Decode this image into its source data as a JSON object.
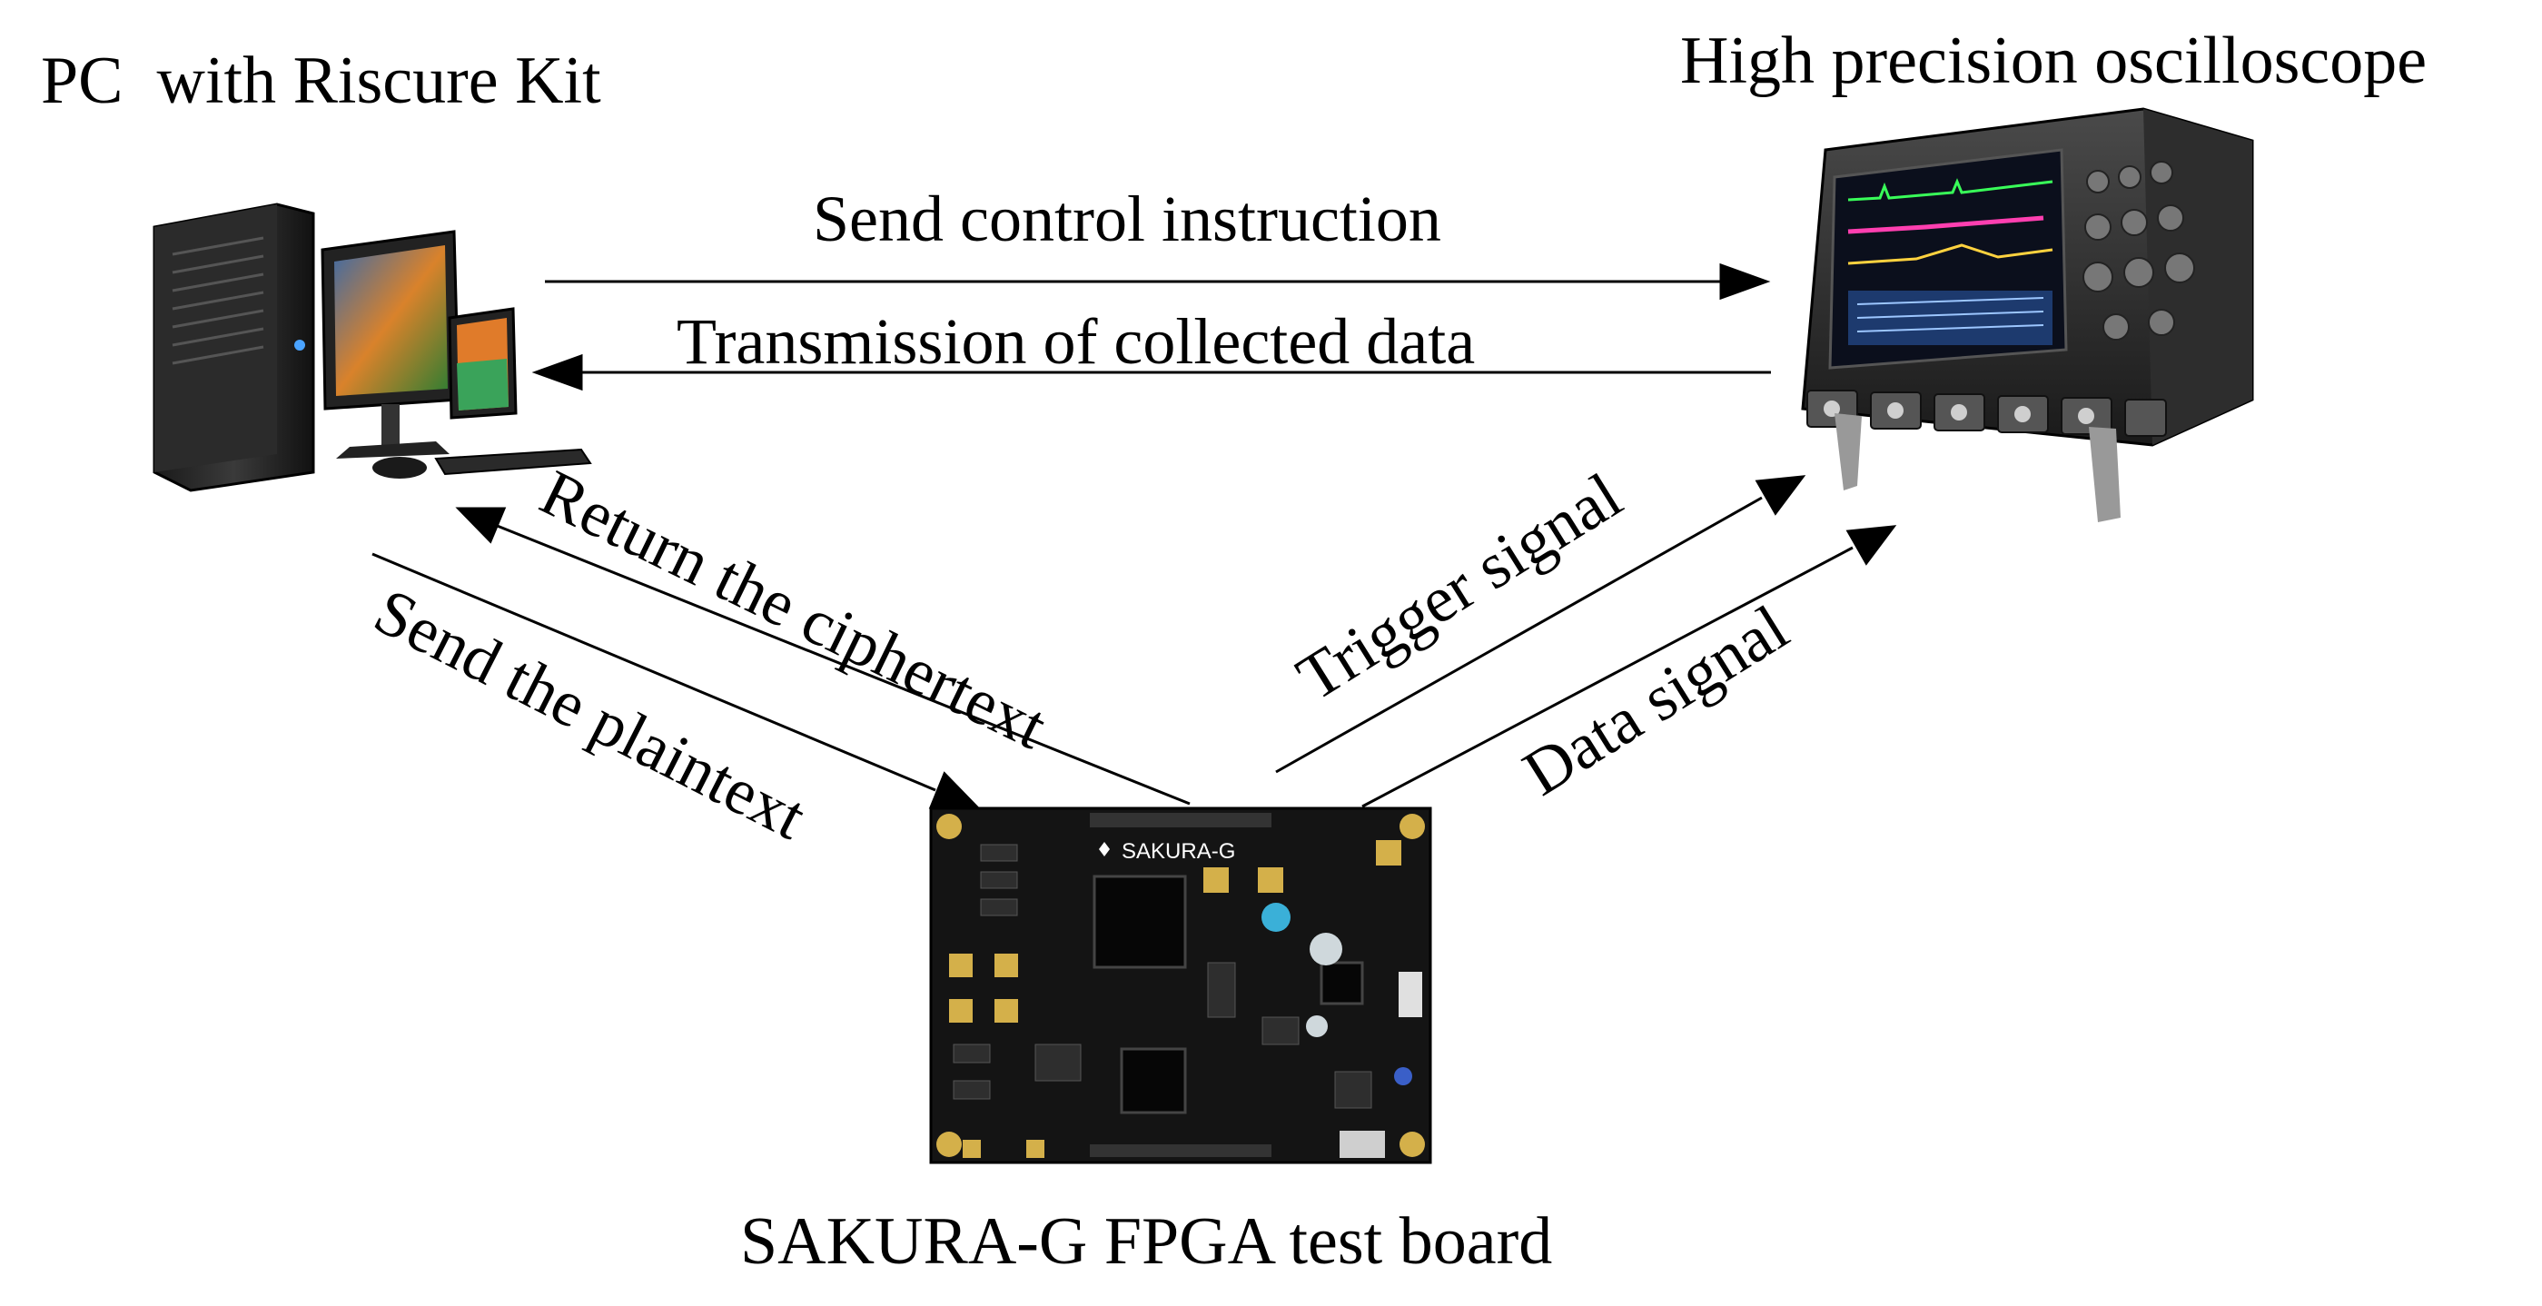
{
  "nodes": {
    "pc": {
      "label": "PC  with Riscure Kit",
      "icon": "desktop-computer-icon"
    },
    "oscilloscope": {
      "label": "High precision oscilloscope",
      "icon": "oscilloscope-icon"
    },
    "board": {
      "label": "SAKURA-G FPGA test board",
      "icon": "fpga-board-icon",
      "board_text": "SAKURA-G"
    }
  },
  "edges": [
    {
      "id": "send-control",
      "from": "pc",
      "to": "oscilloscope",
      "label": "Send control instruction"
    },
    {
      "id": "transmission",
      "from": "oscilloscope",
      "to": "pc",
      "label": "Transmission of collected data"
    },
    {
      "id": "return-ciphertext",
      "from": "board",
      "to": "pc",
      "label": "Return the ciphertext"
    },
    {
      "id": "send-plaintext",
      "from": "pc",
      "to": "board",
      "label": "Send the plaintext"
    },
    {
      "id": "trigger-signal",
      "from": "board",
      "to": "oscilloscope",
      "label": "Trigger signal"
    },
    {
      "id": "data-signal",
      "from": "board",
      "to": "oscilloscope",
      "label": "Data signal"
    }
  ]
}
